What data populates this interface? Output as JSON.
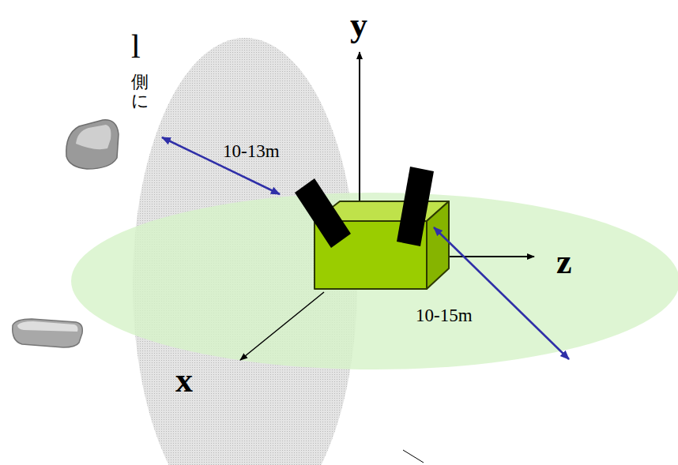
{
  "diagram": {
    "labels": [
      "y",
      "z",
      "x",
      "10-13m",
      "10-15m",
      "l",
      "側に"
    ]
  }
}
